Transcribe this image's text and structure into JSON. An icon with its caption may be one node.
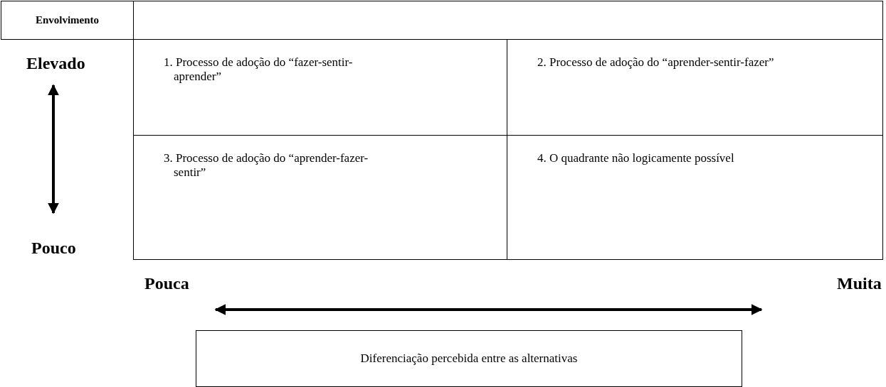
{
  "diagram": {
    "nodes": [
      {
        "text": [
          "Envolvimento"
        ]
      },
      {
        "text": [],
        "shape": "box"
      },
      {
        "text": [
          "1. Processo de adoção do “fazer-sentir-aprender”"
        ]
      },
      {
        "text": [
          "2. Processo de adoção do “aprender-sentir-fazer”"
        ]
      },
      {
        "text": [
          "3. Processo de adoção do “aprender-fazer-sentir”"
        ]
      },
      {
        "text": [
          "4. O quadrante não logicamente possível"
        ]
      },
      {
        "text": [
          "Diferenciação percebida entre as alternativas"
        ]
      }
    ],
    "labels": [
      "Elevado",
      "Pouco",
      "Pouca",
      "Muita"
    ]
  }
}
